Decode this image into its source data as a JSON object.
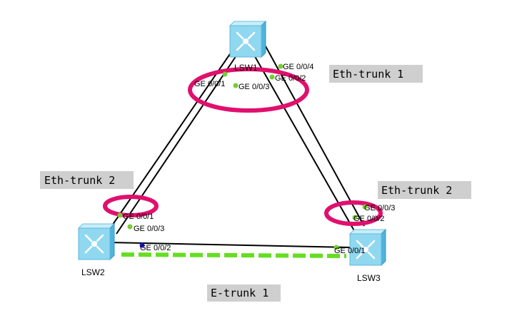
{
  "devices": {
    "lsw1": {
      "name": "LSW1"
    },
    "lsw2": {
      "name": "LSW2"
    },
    "lsw3": {
      "name": "LSW3"
    }
  },
  "ports": {
    "lsw1_ge001": "GE 0/0/1",
    "lsw1_ge003": "GE 0/0/3",
    "lsw1_ge004": "GE 0/0/4",
    "lsw1_ge002": "GE 0/0/2",
    "lsw2_ge001": "GE 0/0/1",
    "lsw2_ge003": "GE 0/0/3",
    "lsw2_ge002": "GE 0/0/2",
    "lsw3_ge003": "GE 0/0/3",
    "lsw3_ge002": "GE 0/0/2",
    "lsw3_ge001": "GE 0/0/1"
  },
  "tags": {
    "eth_trunk_1": "Eth-trunk 1",
    "eth_trunk_2_left": "Eth-trunk 2",
    "eth_trunk_2_right": "Eth-trunk 2",
    "e_trunk_1": "E-trunk 1"
  },
  "colors": {
    "link": "#000000",
    "trunk_ring": "#e0106e",
    "etrunk_dash": "#66dd22",
    "port_dot": "#77cc33",
    "port_dot_blue": "#1a1acc",
    "tag_bg": "#cfcfcf",
    "switch_face": "#8fd8f0",
    "switch_side": "#4fb3dc"
  },
  "icons": {
    "switch": "l3-switch-icon"
  }
}
